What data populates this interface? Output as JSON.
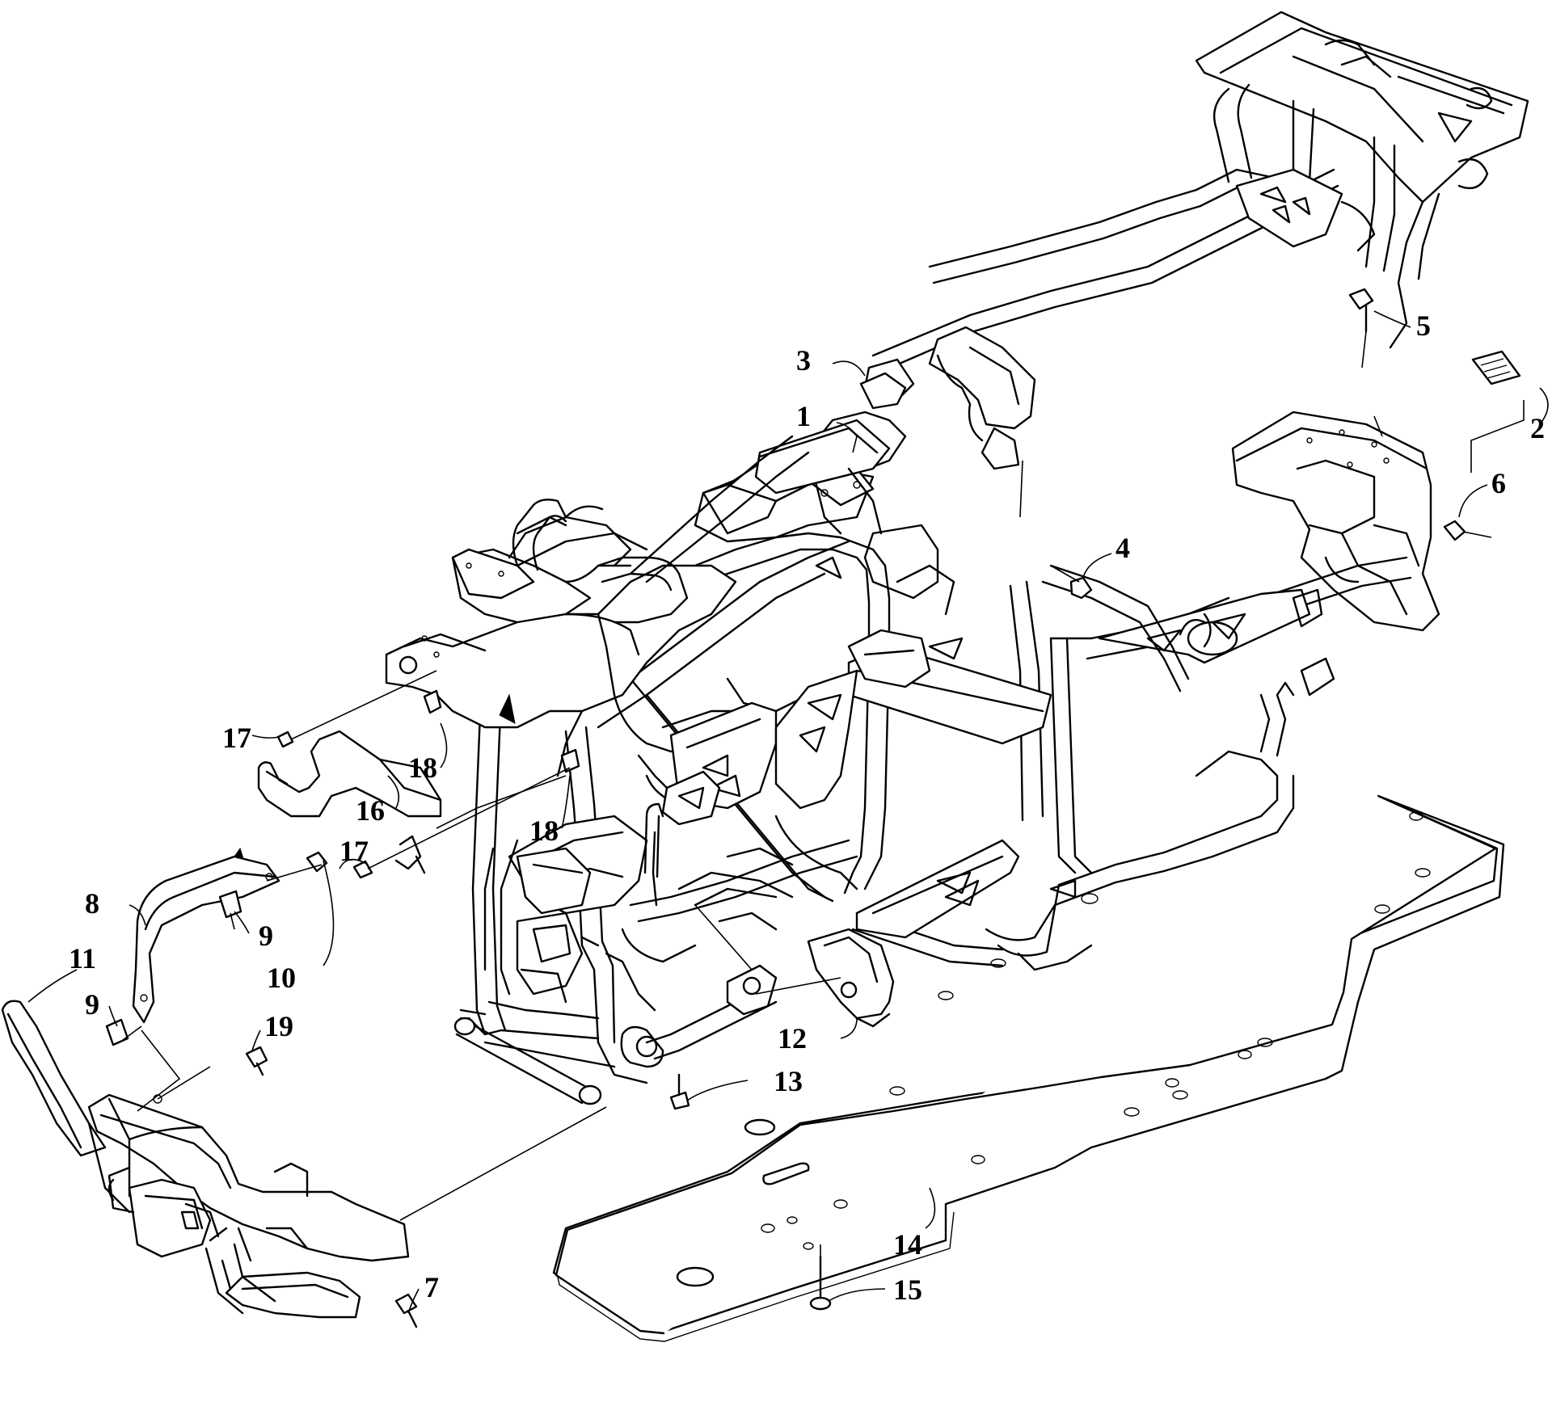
{
  "callouts": [
    {
      "id": "1",
      "label": "1"
    },
    {
      "id": "2",
      "label": "2"
    },
    {
      "id": "3",
      "label": "3"
    },
    {
      "id": "4",
      "label": "4"
    },
    {
      "id": "5",
      "label": "5"
    },
    {
      "id": "6",
      "label": "6"
    },
    {
      "id": "7",
      "label": "7"
    },
    {
      "id": "8",
      "label": "8"
    },
    {
      "id": "9a",
      "label": "9"
    },
    {
      "id": "9b",
      "label": "9"
    },
    {
      "id": "10",
      "label": "10"
    },
    {
      "id": "11",
      "label": "11"
    },
    {
      "id": "12",
      "label": "12"
    },
    {
      "id": "13",
      "label": "13"
    },
    {
      "id": "14",
      "label": "14"
    },
    {
      "id": "15",
      "label": "15"
    },
    {
      "id": "16",
      "label": "16"
    },
    {
      "id": "17a",
      "label": "17"
    },
    {
      "id": "17b",
      "label": "17"
    },
    {
      "id": "18a",
      "label": "18"
    },
    {
      "id": "18b",
      "label": "18"
    },
    {
      "id": "19",
      "label": "19"
    }
  ]
}
